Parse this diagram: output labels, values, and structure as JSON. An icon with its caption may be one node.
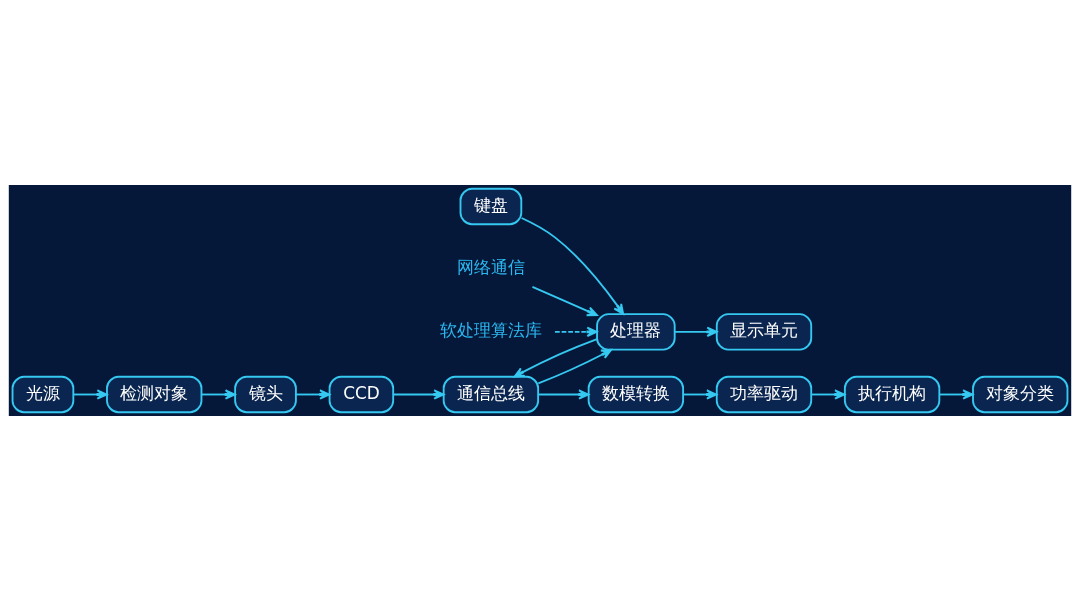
{
  "diagram": {
    "nodes": [
      {
        "text": [
          "检测对象"
        ]
      },
      {
        "text": [
          "光源"
        ]
      },
      {
        "text": [
          "镜头"
        ]
      },
      {
        "text": [
          "CCD"
        ]
      },
      {
        "text": [
          "通信总线"
        ]
      },
      {
        "text": [
          "显示单元"
        ]
      },
      {
        "text": [
          "处理器"
        ]
      },
      {
        "text": [
          "键盘"
        ]
      },
      {
        "text": [
          "数模转换"
        ]
      },
      {
        "text": [
          "功率驱动"
        ]
      },
      {
        "text": [
          "执行机构"
        ]
      },
      {
        "text": [
          "对象分类"
        ]
      },
      {
        "text": [
          "网络通信"
        ]
      },
      {
        "text": [
          "软处理算法库"
        ]
      }
    ],
    "edges": [
      {
        "from": 1,
        "to": 0,
        "arrow": "to"
      },
      {
        "from": 0,
        "to": 2,
        "arrow": "to"
      },
      {
        "from": 2,
        "to": 3,
        "arrow": "to"
      },
      {
        "from": 3,
        "to": 4,
        "arrow": "to"
      },
      {
        "from": 4,
        "to": 6,
        "arrow": "to"
      },
      {
        "from": 6,
        "to": 4,
        "arrow": "to"
      },
      {
        "from": 6,
        "to": 5,
        "arrow": "to"
      },
      {
        "from": 7,
        "to": 6,
        "arrow": "to"
      },
      {
        "from": 12,
        "to": 6,
        "arrow": "to"
      },
      {
        "from": 13,
        "to": 6,
        "arrow": "to",
        "style": "dashed"
      },
      {
        "from": 4,
        "to": 8,
        "arrow": "to"
      },
      {
        "from": 8,
        "to": 9,
        "arrow": "to"
      },
      {
        "from": 9,
        "to": 10,
        "arrow": "to"
      },
      {
        "from": 10,
        "to": 11,
        "arrow": "to"
      }
    ]
  }
}
